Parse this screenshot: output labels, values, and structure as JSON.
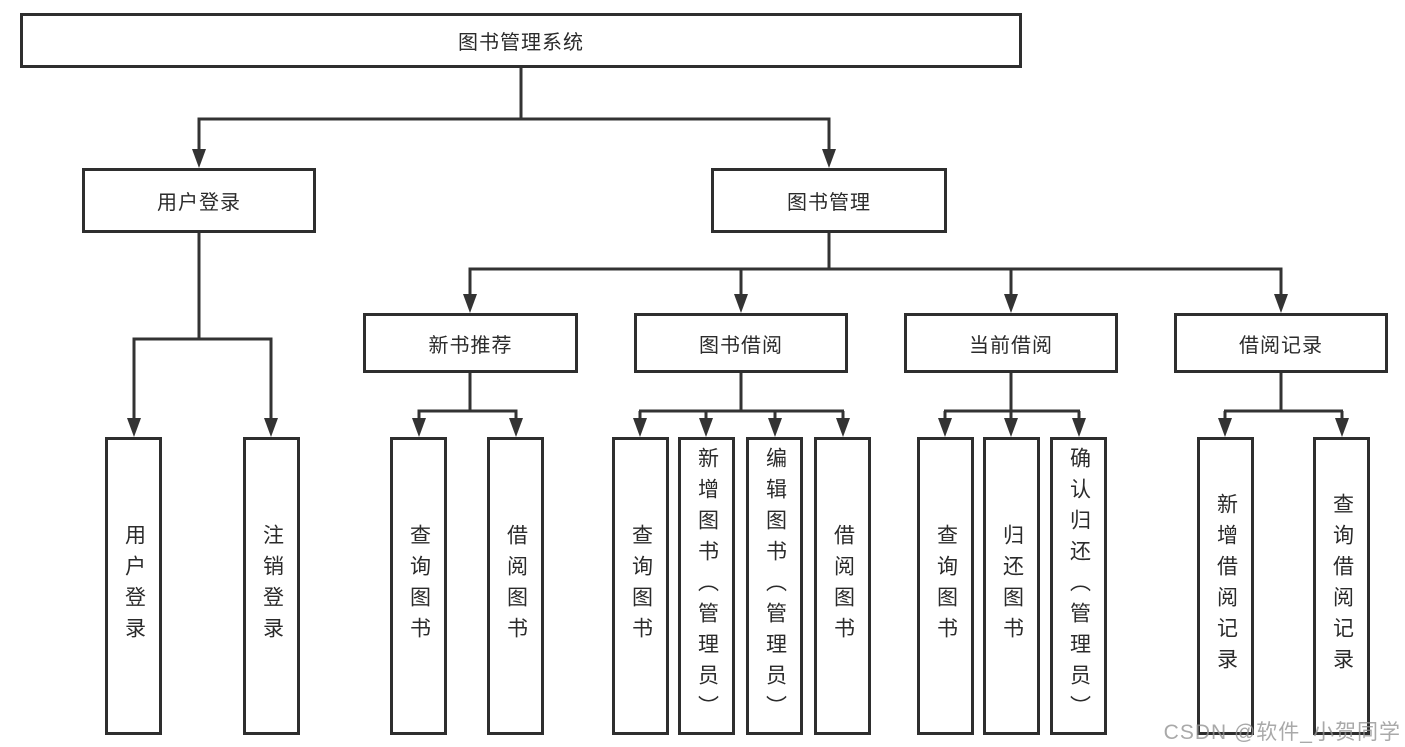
{
  "diagram": {
    "root": {
      "label": "图书管理系统"
    },
    "level2": [
      {
        "label": "用户登录"
      },
      {
        "label": "图书管理"
      }
    ],
    "level3": [
      {
        "label": "新书推荐"
      },
      {
        "label": "图书借阅"
      },
      {
        "label": "当前借阅"
      },
      {
        "label": "借阅记录"
      }
    ],
    "leaves": {
      "user_login": [
        "用户登录",
        "注销登录"
      ],
      "new_books": [
        "查询图书",
        "借阅图书"
      ],
      "book_borrow": [
        "查询图书",
        "新增图书（管理员）",
        "编辑图书（管理员）",
        "借阅图书"
      ],
      "current_borrow": [
        "查询图书",
        "归还图书",
        "确认归还（管理员）"
      ],
      "borrow_records": [
        "新增借阅记录",
        "查询借阅记录"
      ]
    },
    "watermark": "CSDN @软件_小贺同学",
    "colors": {
      "line": "#333333",
      "box_border": "#2e2e2e",
      "text": "#2b2b2b",
      "background": "#ffffff",
      "watermark": "#949494"
    }
  }
}
